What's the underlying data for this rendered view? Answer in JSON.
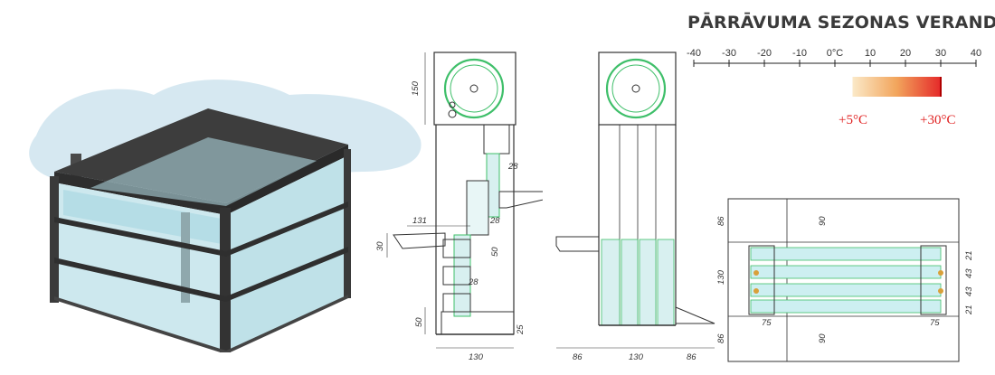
{
  "title": "PĀRRĀVUMA SEZONAS VERANDĀM",
  "scale": {
    "ticks": [
      "-40",
      "-30",
      "-20",
      "-10",
      "0°C",
      "10",
      "20",
      "30",
      "40"
    ],
    "range": {
      "from": 5,
      "to": 30,
      "min": -40,
      "max": 40
    },
    "min_label": "+5°C",
    "max_label": "+30°C",
    "gradient": {
      "start": "#fbe9c8",
      "mid": "#f2a55c",
      "end": "#e52a2a"
    }
  },
  "drawing1": {
    "d150": "150",
    "d28a": "28",
    "d131": "131",
    "d28b": "28",
    "d30": "30",
    "d50a": "50",
    "d28c": "28",
    "d50b": "50",
    "d25": "25",
    "d130": "130"
  },
  "drawing2": {
    "d86a": "86",
    "d130": "130",
    "d86b": "86"
  },
  "drawing3": {
    "d86a": "86",
    "d90a": "90",
    "d130": "130",
    "d75a": "75",
    "d75b": "75",
    "d86b": "86",
    "d90b": "90",
    "d21a": "21",
    "d43a": "43",
    "d43b": "43",
    "d21b": "21"
  },
  "colors": {
    "frame": "#3a3a3a",
    "glass": "#bfe0e6",
    "accent_green": "#3fbf6a",
    "sky": "#d4e6f0"
  }
}
